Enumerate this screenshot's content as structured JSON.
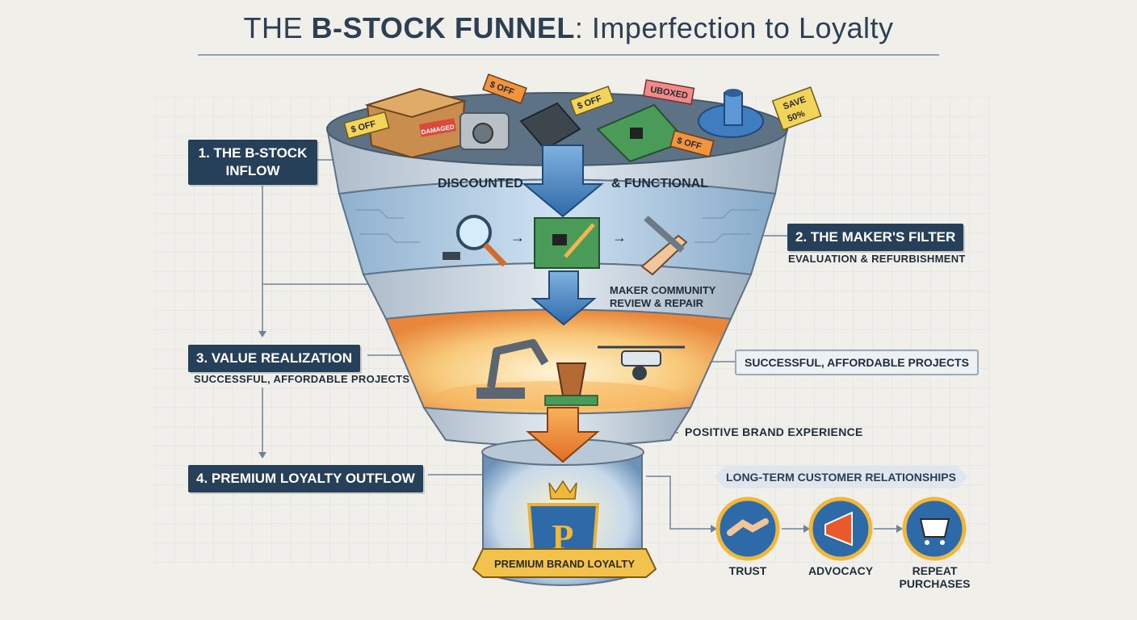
{
  "title": {
    "prefix": "THE ",
    "bold": "B-STOCK FUNNEL",
    "suffix": ": Imperfection to Loyalty"
  },
  "stages": [
    {
      "label_line1": "1. THE B-STOCK",
      "label_line2": "INFLOW"
    },
    {
      "label": "2. THE MAKER'S FILTER",
      "sub": "EVALUATION & REFURBISHMENT"
    },
    {
      "label": "3. VALUE REALIZATION",
      "sub": "SUCCESSFUL, AFFORDABLE PROJECTS"
    },
    {
      "label": "4. PREMIUM LOYALTY OUTFLOW"
    }
  ],
  "funnel": {
    "band1_left": "DISCOUNTED",
    "band1_right": "& FUNCTIONAL",
    "band2_line1": "MAKER COMMUNITY",
    "band2_line2": "REVIEW & REPAIR",
    "shield_letter": "P",
    "ribbon": "PREMIUM BRAND LOYALTY"
  },
  "tags": {
    "off1": "$ OFF",
    "off2": "$ OFF",
    "off3": "$ OFF",
    "off4": "$ OFF",
    "damaged": "DAMAGED",
    "uboxed": "UBOXED",
    "save1": "SAVE",
    "save2": "50%"
  },
  "side": {
    "projects_pill": "SUCCESSFUL, AFFORDABLE PROJECTS",
    "positive": "POSITIVE BRAND EXPERIENCE",
    "relationships": "LONG-TERM CUSTOMER RELATIONSHIPS",
    "outcomes": [
      "TRUST",
      "ADVOCACY",
      "REPEAT",
      "PURCHASES"
    ]
  },
  "colors": {
    "navy": "#27405a",
    "steel": "#c7d3dd",
    "accent_orange": "#ee8a3a",
    "gold": "#f0b83a",
    "blue": "#3d79b8"
  }
}
